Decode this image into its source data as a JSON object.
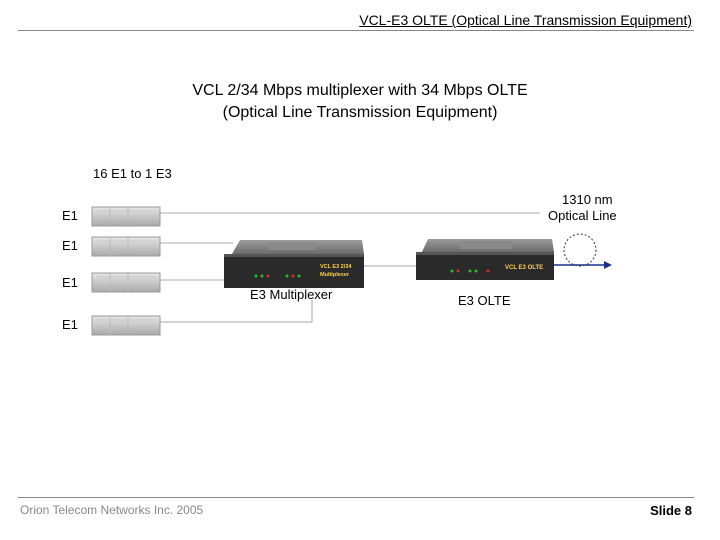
{
  "slide": {
    "title": "VCL-E3 OLTE (Optical Line Transmission Equipment)",
    "subtitle_line1": "VCL 2/34 Mbps multiplexer with 34 Mbps OLTE",
    "subtitle_line2": "(Optical Line Transmission Equipment)",
    "footer_left": "Orion Telecom Networks Inc. 2005",
    "footer_right": "Slide 8"
  },
  "diagram": {
    "caption": "16 E1 to 1 E3",
    "e1_labels": [
      "E1",
      "E1",
      "E1",
      "E1"
    ],
    "multiplexer_label": "E3 Multiplexer",
    "olte_label": "E3 OLTE",
    "optical_line_1": "1310 nm",
    "optical_line_2": "Optical Line",
    "mux_panel_line1": "VCL E3 2/34",
    "mux_panel_line2": "Multiplexer",
    "olte_panel_text": "VCL E3 OLTE"
  },
  "colors": {
    "rule": "#888888",
    "device_dark": "#2a2a2a",
    "arrow": "#1c2f8c",
    "led_green": "#2dbb2d",
    "led_red": "#d03030"
  }
}
